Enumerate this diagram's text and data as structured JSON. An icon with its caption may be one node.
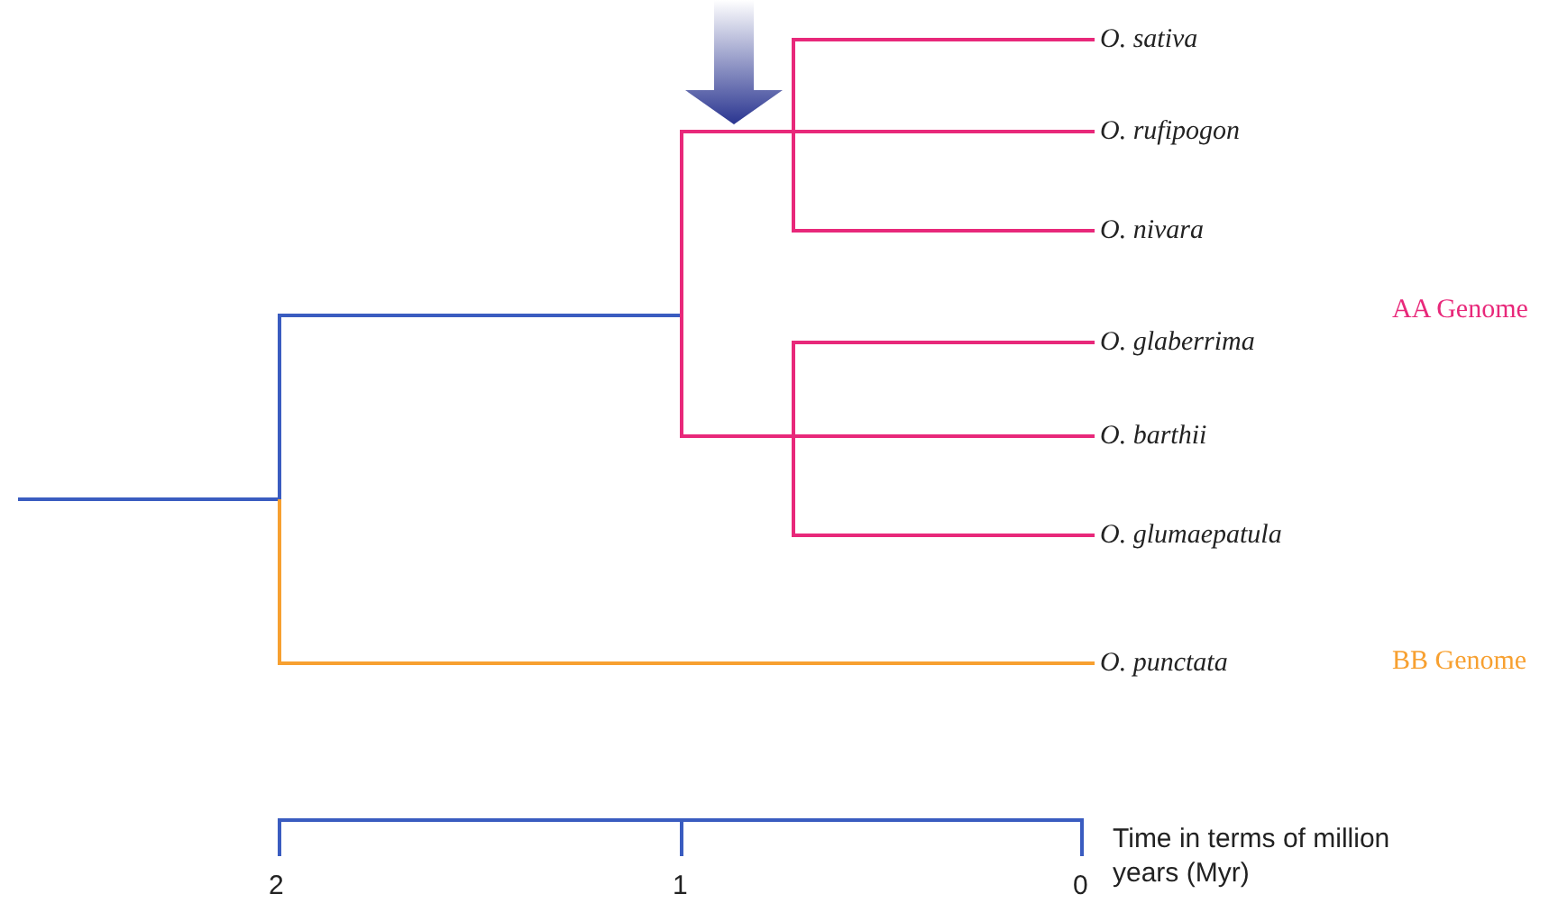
{
  "diagram": {
    "nodes": [
      {
        "text": [
          "O. sativa"
        ]
      },
      {
        "text": [
          "O. rufipogon"
        ]
      },
      {
        "text": [
          "O. nivara"
        ]
      },
      {
        "text": [
          "O. glaberrima"
        ]
      },
      {
        "text": [
          "O. barthii"
        ]
      },
      {
        "text": [
          "O. glumaepatula"
        ]
      },
      {
        "text": [
          "O. punctata"
        ]
      }
    ],
    "edges": [
      {
        "from": null,
        "to": 0,
        "arrow": "none",
        "color": "#e8287a"
      },
      {
        "from": null,
        "to": 1,
        "arrow": "none",
        "color": "#e8287a"
      },
      {
        "from": null,
        "to": 2,
        "arrow": "none",
        "color": "#e8287a"
      },
      {
        "from": null,
        "to": 3,
        "arrow": "none",
        "color": "#e8287a"
      },
      {
        "from": null,
        "to": 4,
        "arrow": "none",
        "color": "#e8287a"
      },
      {
        "from": null,
        "to": 5,
        "arrow": "none",
        "color": "#e8287a"
      },
      {
        "from": null,
        "to": 6,
        "arrow": "none",
        "color": "#f7a030"
      }
    ],
    "labels": [
      "AA Genome",
      "BB Genome",
      "2",
      "1",
      "0",
      "Time in terms of million years (Myr)"
    ]
  }
}
